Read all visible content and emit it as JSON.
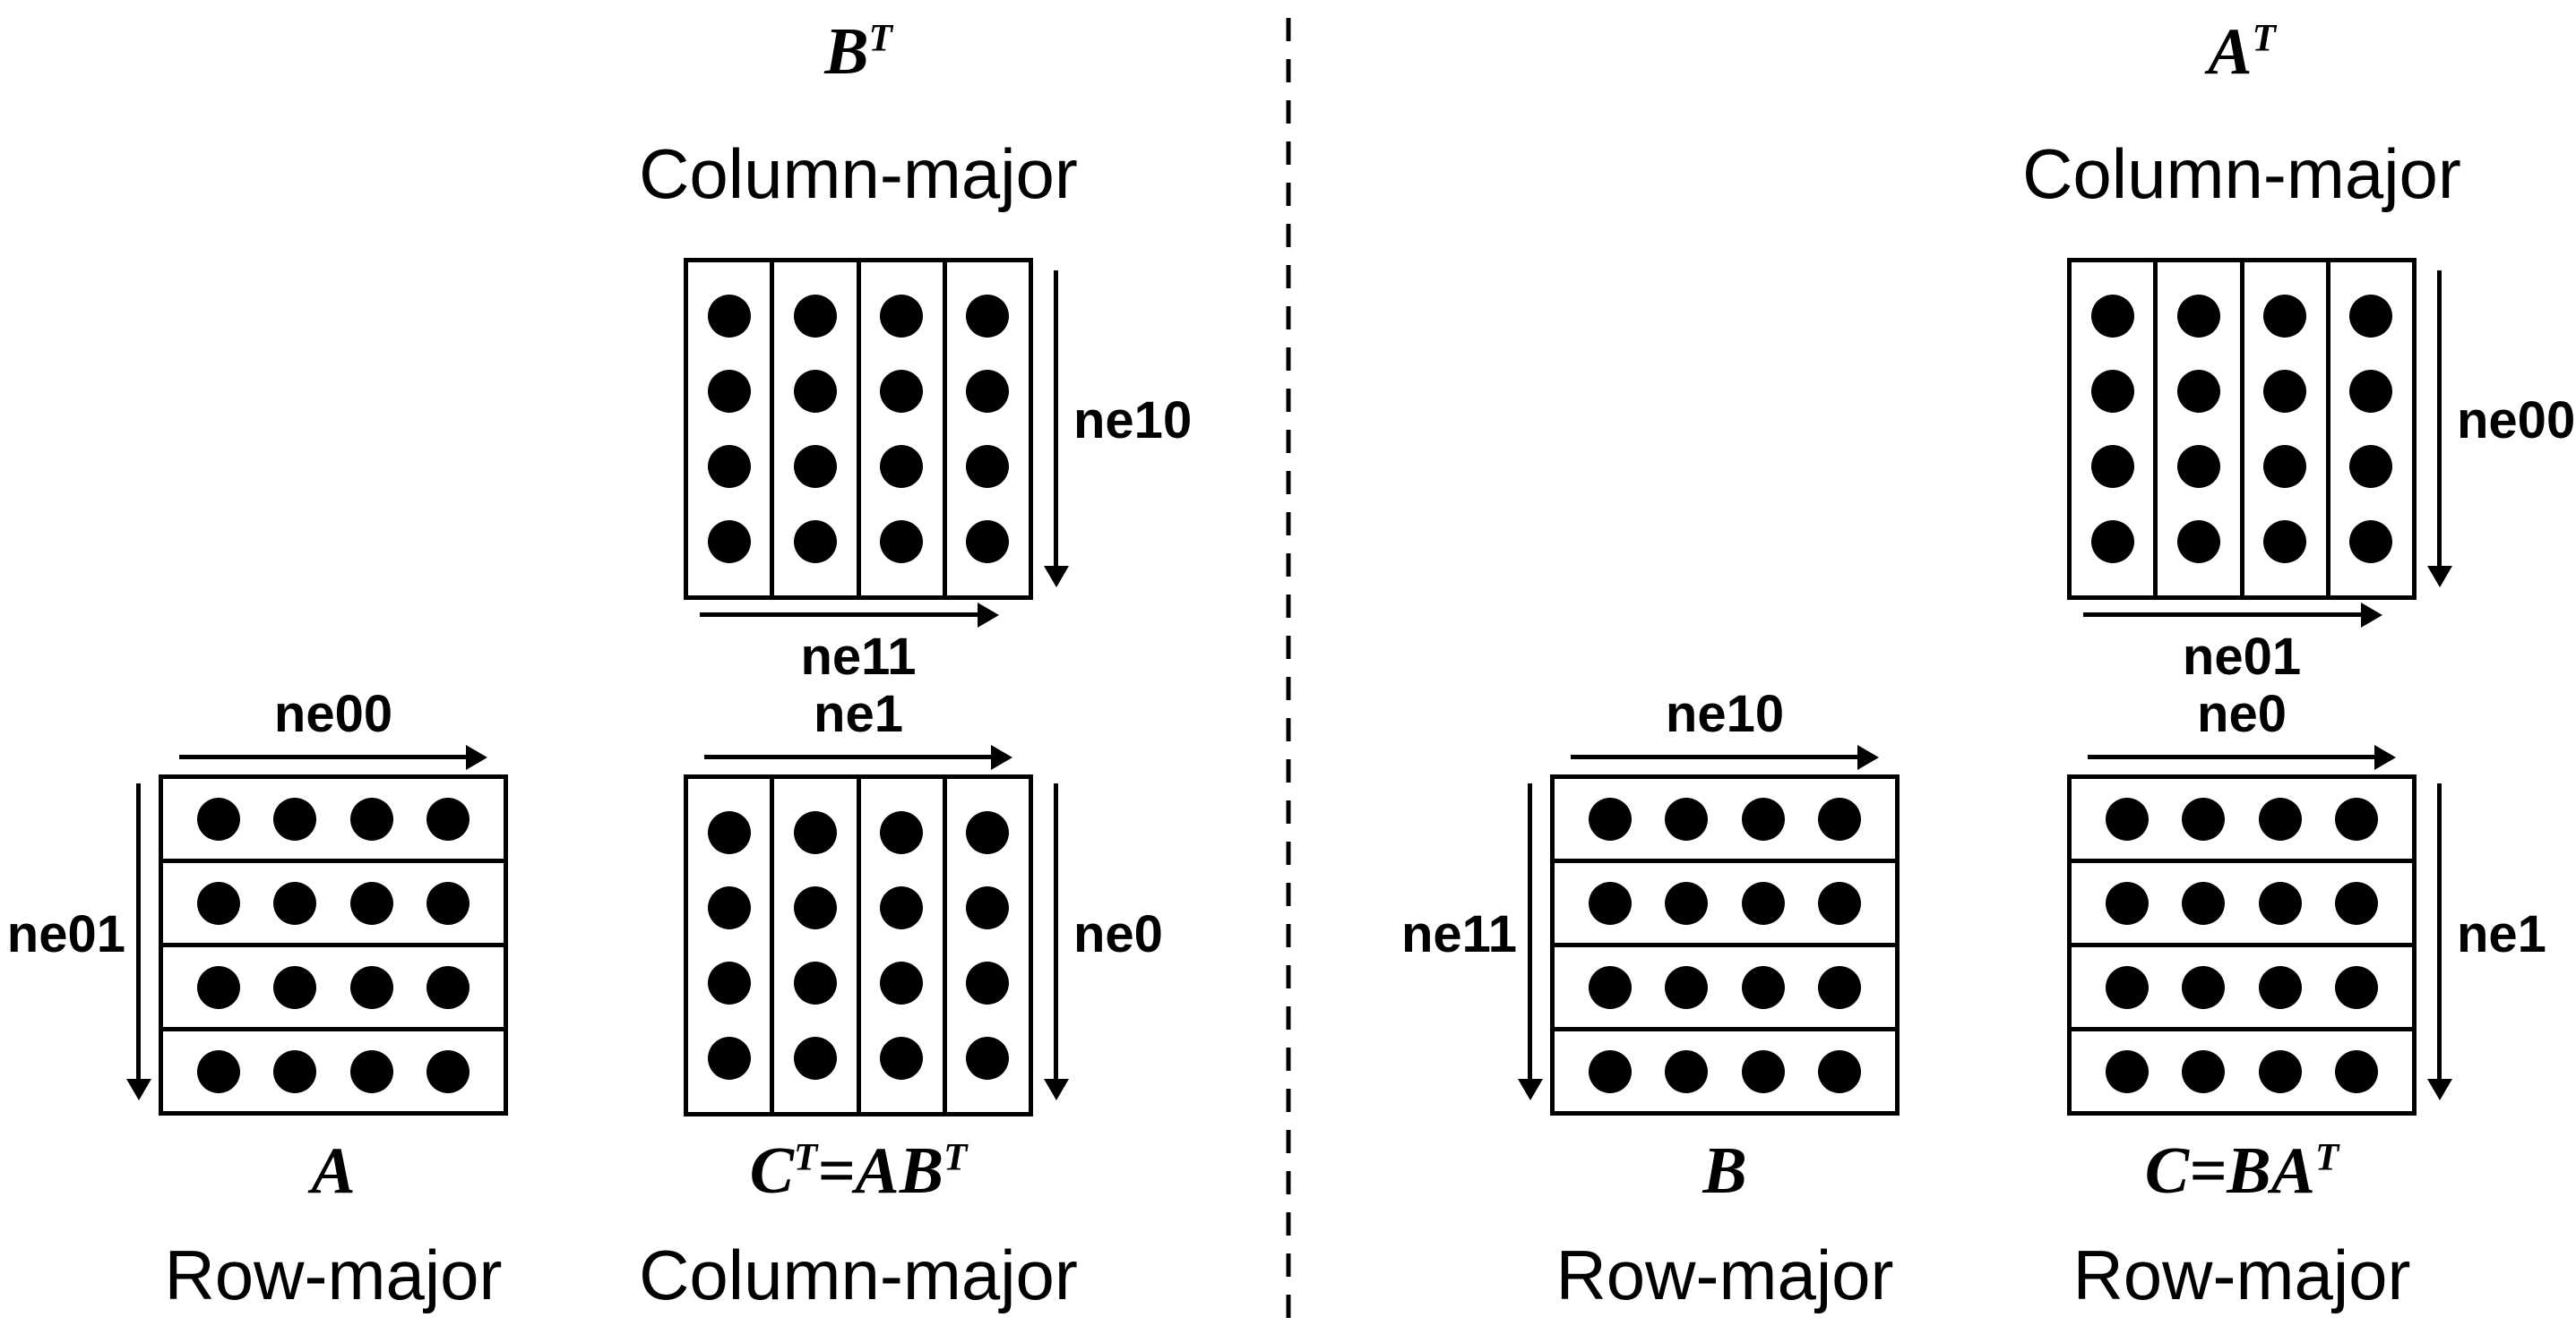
{
  "colors": {
    "ink": "#000000",
    "background": "#ffffff"
  },
  "left": {
    "top": {
      "title": [
        {
          "text": "B"
        },
        {
          "sup": "T"
        }
      ],
      "layout": "Column-major",
      "v_label": "ne10",
      "h_label": "ne11",
      "matrix": {
        "orientation": "column",
        "rows": 4,
        "cols": 4
      }
    },
    "a": {
      "title": [
        {
          "text": "A"
        }
      ],
      "layout": "Row-major",
      "h_label": "ne00",
      "v_label": "ne01",
      "matrix": {
        "orientation": "row",
        "rows": 4,
        "cols": 4
      }
    },
    "c": {
      "title": [
        {
          "text": "C"
        },
        {
          "sup": "T"
        },
        {
          "text": "=AB"
        },
        {
          "sup": "T"
        }
      ],
      "layout": "Column-major",
      "h_label": "ne1",
      "v_label": "ne0",
      "matrix": {
        "orientation": "column",
        "rows": 4,
        "cols": 4
      }
    }
  },
  "right": {
    "top": {
      "title": [
        {
          "text": "A"
        },
        {
          "sup": "T"
        }
      ],
      "layout": "Column-major",
      "v_label": "ne00",
      "h_label": "ne01",
      "matrix": {
        "orientation": "column",
        "rows": 4,
        "cols": 4
      }
    },
    "b": {
      "title": [
        {
          "text": "B"
        }
      ],
      "layout": "Row-major",
      "h_label": "ne10",
      "v_label": "ne11",
      "matrix": {
        "orientation": "row",
        "rows": 4,
        "cols": 4
      }
    },
    "c": {
      "title": [
        {
          "text": "C=BA"
        },
        {
          "sup": "T"
        }
      ],
      "layout": "Row-major",
      "h_label": "ne0",
      "v_label": "ne1",
      "matrix": {
        "orientation": "row",
        "rows": 4,
        "cols": 4
      }
    }
  }
}
